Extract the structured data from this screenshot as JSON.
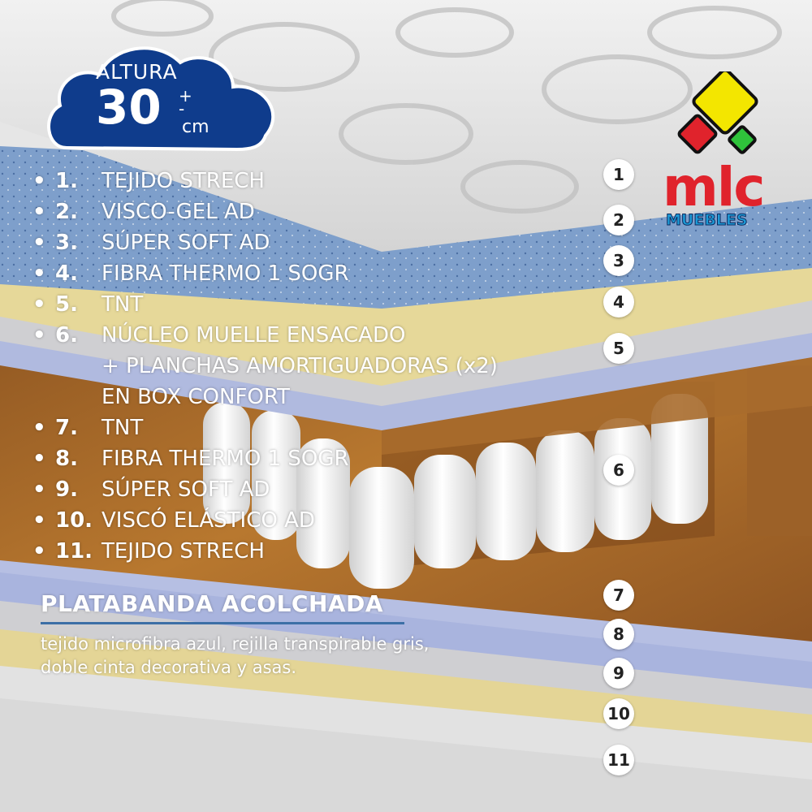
{
  "badge": {
    "label": "ALTURA",
    "value": "30",
    "plus_minus": "+\n-",
    "unit": "cm",
    "color": "#0f3c8c"
  },
  "layers": [
    {
      "bullet": "•",
      "num": "1.",
      "text": "TEJIDO STRECH"
    },
    {
      "bullet": "•",
      "num": "2.",
      "text": "VISCO-GEL AD"
    },
    {
      "bullet": "•",
      "num": "3.",
      "text": "SÚPER SOFT AD"
    },
    {
      "bullet": "•",
      "num": "4.",
      "text": "FIBRA THERMO 1 SOGR"
    },
    {
      "bullet": "•",
      "num": "5.",
      "text": "TNT"
    },
    {
      "bullet": "•",
      "num": "6.",
      "text": "NÚCLEO MUELLE ENSACADO",
      "sub1": "+ PLANCHAS AMORTIGUADORAS (x2)",
      "sub2": "EN BOX CONFORT"
    },
    {
      "bullet": "•",
      "num": "7.",
      "text": "TNT"
    },
    {
      "bullet": "•",
      "num": "8.",
      "text": "FIBRA THERMO 1 SOGR"
    },
    {
      "bullet": "•",
      "num": "9.",
      "text": "SÚPER SOFT AD"
    },
    {
      "bullet": "•",
      "num": "10.",
      "text": "VISCÓ ELÁSTICO AD"
    },
    {
      "bullet": "•",
      "num": "11.",
      "text": "TEJIDO STRECH"
    }
  ],
  "platabanda": {
    "title": "PLATABANDA ACOLCHADA",
    "description": "tejido microfibra azul, rejilla transpirable gris, doble cinta decorativa y asas."
  },
  "markers": [
    "1",
    "2",
    "3",
    "4",
    "5",
    "6",
    "7",
    "8",
    "9",
    "10",
    "11"
  ],
  "logo": {
    "text": "mlc",
    "sub": "MUEBLES",
    "colors": {
      "red": "#e0232c",
      "yellow": "#f3e600",
      "green": "#2fc33b",
      "blue": "#1c9ad6"
    }
  },
  "colors": {
    "quilt": "#dcdcdc",
    "visco_gel": "#7b9fcc",
    "yellow_foam": "#e7d89a",
    "fiber": "#c9c9cc",
    "tnt": "#a8b3dc",
    "wood": "#a86a2c"
  }
}
